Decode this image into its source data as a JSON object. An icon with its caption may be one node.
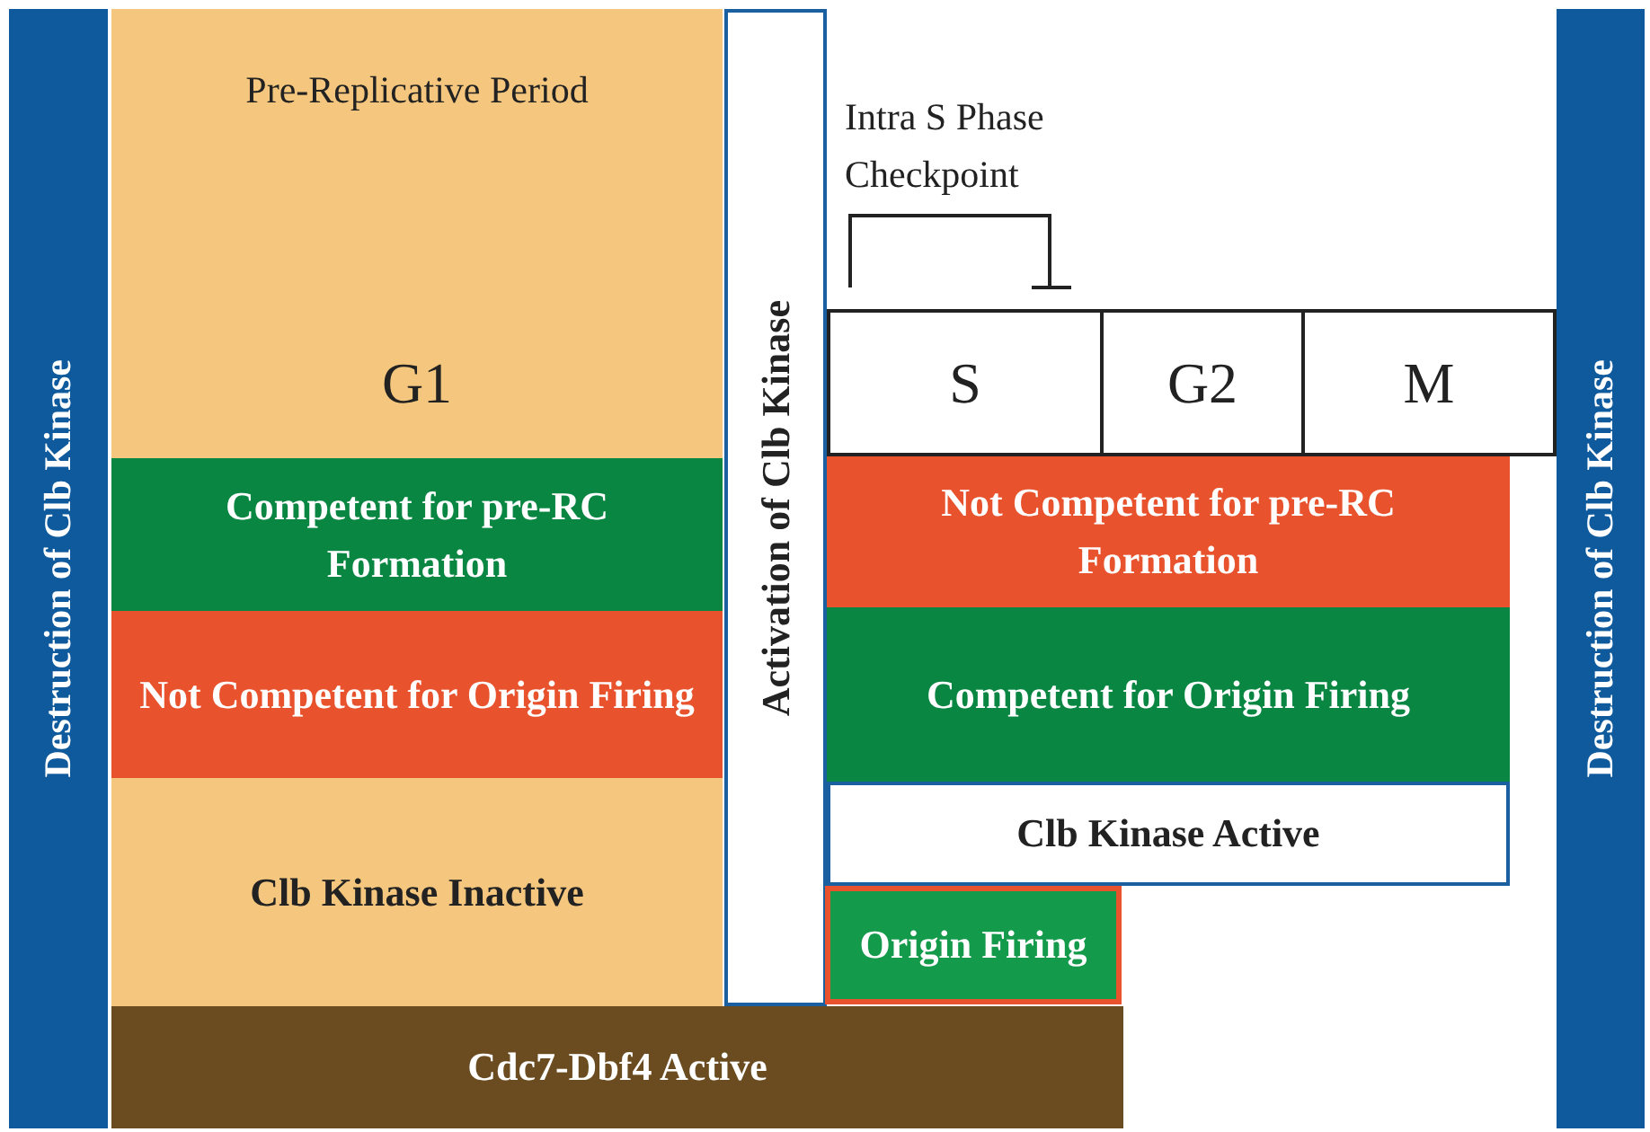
{
  "diagram": {
    "nodes": [
      {
        "text": [
          "Destruction of Clb Kinase"
        ]
      },
      {
        "text": [
          "Pre-Replicative Period"
        ]
      },
      {
        "text": [
          "G1"
        ]
      },
      {
        "text": [
          "Competent for pre-RC Formation"
        ]
      },
      {
        "text": [
          "Not Competent for Origin Firing"
        ]
      },
      {
        "text": [
          "Clb Kinase Inactive"
        ]
      },
      {
        "text": [
          "Activation of Clb Kinase"
        ]
      },
      {
        "text": [
          "S"
        ]
      },
      {
        "text": [
          "G2"
        ]
      },
      {
        "text": [
          "M"
        ]
      },
      {
        "text": [
          "Not Competent for pre-RC Formation"
        ]
      },
      {
        "text": [
          "Competent for Origin Firing"
        ]
      },
      {
        "text": [
          "Clb Kinase Active"
        ]
      },
      {
        "text": [
          "Origin Firing"
        ]
      },
      {
        "text": [
          "Cdc7-Dbf4 Active"
        ]
      },
      {
        "text": [
          "Destruction of Clb Kinase"
        ]
      }
    ],
    "edges": [],
    "labels": [
      "Intra S Phase Checkpoint"
    ]
  }
}
